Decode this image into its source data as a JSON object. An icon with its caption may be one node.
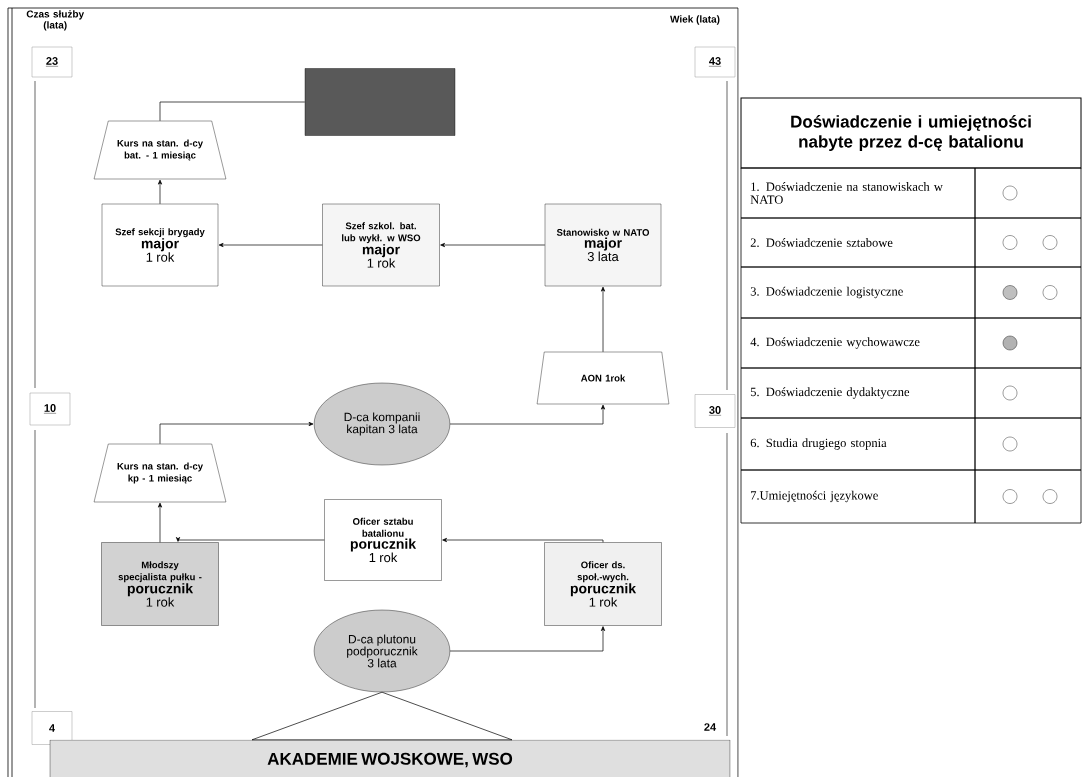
{
  "diagram": {
    "nodes": [
      {
        "text": [],
        "shape": "box"
      },
      {
        "text": [
          "Kurs na stan. d-cy bat. - 1 miesiąc"
        ]
      },
      {
        "text": [
          "Szef sekcji brygady",
          "major",
          "1 rok"
        ]
      },
      {
        "text": [
          "Szef szkol. bat. lub wykł. w WSO",
          "major",
          "1 rok"
        ]
      },
      {
        "text": [
          "Stanowisko w NATO",
          "major",
          "3 lata"
        ]
      },
      {
        "text": [
          "AON 1rok"
        ]
      },
      {
        "text": [
          "D-ca kompanii kapitan 3 lata"
        ]
      },
      {
        "text": [
          "Kurs na stan. d-cy kp - 1 miesiąc"
        ]
      },
      {
        "text": [
          "Oficer sztabu batalionu",
          "porucznik",
          "1 rok"
        ]
      },
      {
        "text": [
          "Młodszy specjalista pułku -",
          "porucznik",
          "1 rok"
        ]
      },
      {
        "text": [
          "Oficer ds. społ.-wych.",
          "porucznik",
          "1 rok"
        ]
      },
      {
        "text": [
          "D-ca plutonu podporucznik 3 lata"
        ]
      },
      {
        "text": [
          "AKADEMIE WOJSKOWE, WSO"
        ]
      }
    ],
    "edges": [
      {
        "from": 1,
        "to": 0,
        "arrow": "none"
      },
      {
        "from": 2,
        "to": 1,
        "arrow": "to"
      },
      {
        "from": 3,
        "to": 2,
        "arrow": "to"
      },
      {
        "from": 4,
        "to": 3,
        "arrow": "to"
      },
      {
        "from": 5,
        "to": 4,
        "arrow": "to"
      },
      {
        "from": 6,
        "to": 5,
        "arrow": "to"
      },
      {
        "from": 7,
        "to": 6,
        "arrow": "to"
      },
      {
        "from": 9,
        "to": 7,
        "arrow": "to"
      },
      {
        "from": 8,
        "to": 9,
        "arrow": "to"
      },
      {
        "from": 10,
        "to": 8,
        "arrow": "to"
      },
      {
        "from": 11,
        "to": 10,
        "arrow": "to"
      },
      {
        "from": 12,
        "to": 11,
        "arrow": "to"
      }
    ],
    "labels": [
      "Czas służby (lata)",
      "Wiek (lata)",
      "23",
      "43",
      "10",
      "30",
      "4",
      "24",
      "Doświadczenie i umiejętności nabyte przez d-cę batalionu",
      "1. Doświadczenie na stanowiskach w NATO",
      "2. Doświadczenie sztabowe",
      "3. Doświadczenie logistyczne",
      "4. Doświadczenie wychowawcze",
      "5. Doświadczenie dydaktyczne",
      "6. Studia drugiego stopnia",
      "7.Umiejętności językowe"
    ]
  }
}
